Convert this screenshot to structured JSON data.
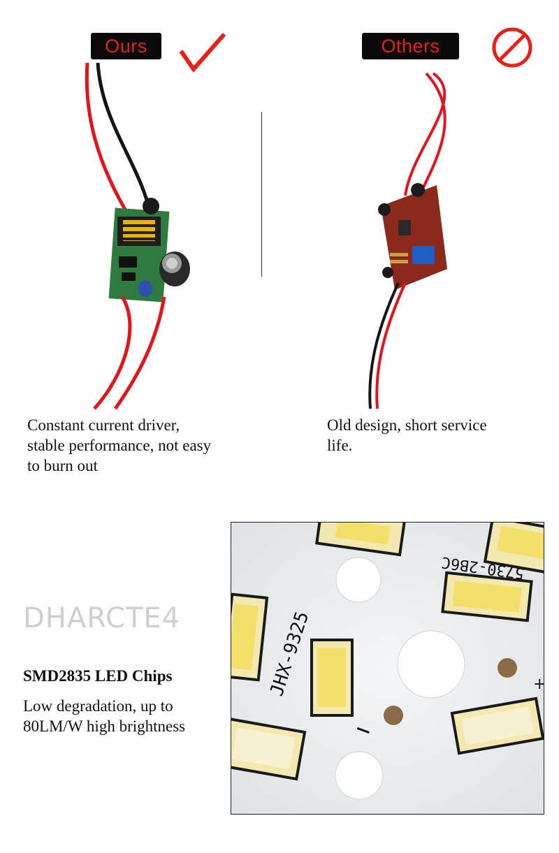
{
  "comparison": {
    "ours": {
      "tag": "Ours",
      "mark_icon": "check-mark-icon",
      "mark_color": "#e8201a",
      "caption": [
        "Constant current driver,",
        "stable performance, not easy",
        "to burn out"
      ]
    },
    "others": {
      "tag": "Others",
      "mark_icon": "prohibited-icon",
      "mark_color": "#e8201a",
      "caption": [
        "Old design, short service",
        "life."
      ]
    }
  },
  "feature": {
    "brand": "DHARCTE4",
    "title": "SMD2835 LED Chips",
    "description": [
      "Low degradation, up to",
      "80LM/W high brightness"
    ],
    "board_labels": [
      "JHX-9325",
      "5730-2B6C"
    ]
  },
  "colors": {
    "tag_background": "#0a0a0a",
    "tag_text": "#e8201a",
    "wire_red": "#e3141b",
    "wire_black": "#151515",
    "pcb_green": "#2f7a3e",
    "pcb_brown": "#8a2a1c"
  }
}
